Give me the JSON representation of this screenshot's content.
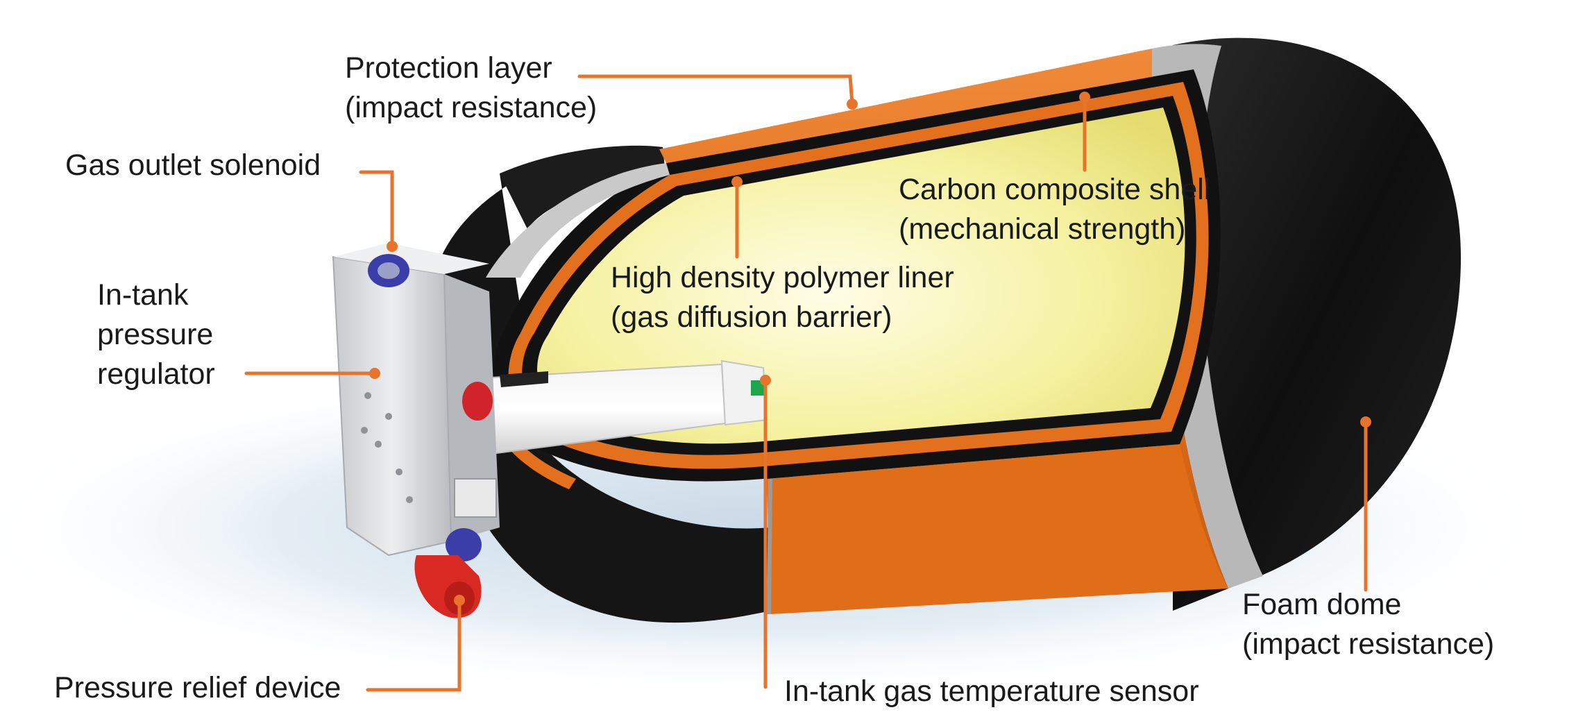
{
  "colors": {
    "callout": "#e8732b",
    "shell_orange": "#e3701c",
    "liner_yellow": "#f7f3a8",
    "dome_black": "#151515",
    "regulator_gray": "#d9dbdd"
  },
  "labels": {
    "protection_layer": {
      "line1": "Protection layer",
      "line2": "(impact resistance)"
    },
    "gas_outlet": {
      "line1": "Gas outlet solenoid"
    },
    "carbon_shell": {
      "line1": "Carbon composite shell",
      "line2": "(mechanical strength)"
    },
    "in_tank_regulator": {
      "line1": "In-tank",
      "line2": "pressure",
      "line3": "regulator"
    },
    "polymer_liner": {
      "line1": "High density polymer liner",
      "line2": "(gas diffusion barrier)"
    },
    "foam_dome": {
      "line1": "Foam dome",
      "line2": "(impact resistance)"
    },
    "pressure_relief": {
      "line1": "Pressure relief device"
    },
    "temp_sensor": {
      "line1": "In-tank gas temperature sensor"
    }
  }
}
